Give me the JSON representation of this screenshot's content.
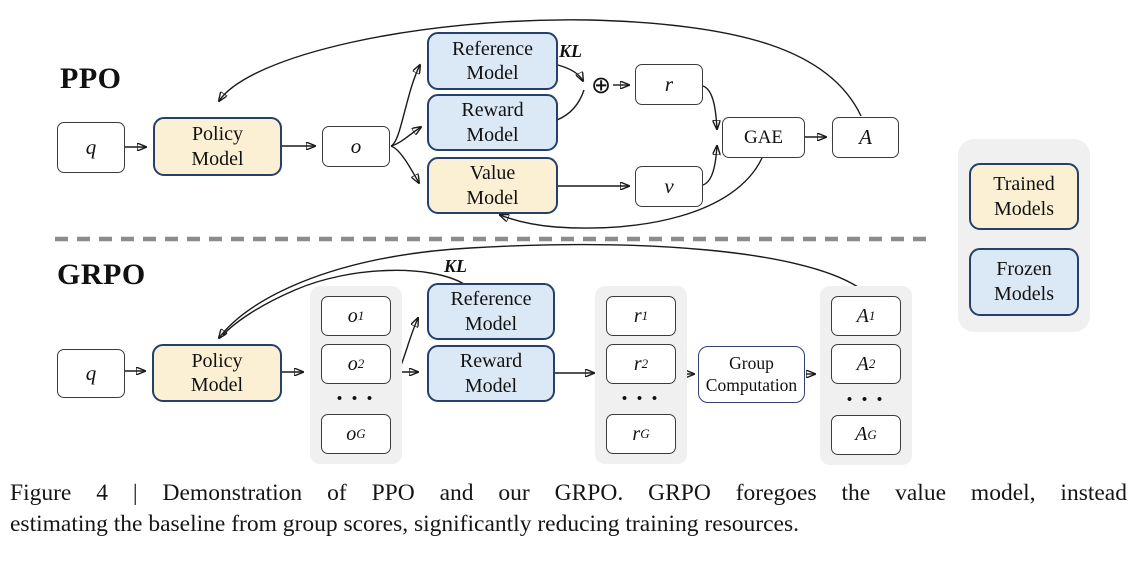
{
  "figure": {
    "ppo": {
      "section_label": "PPO",
      "q_label": "q",
      "policy_model_label": "Policy Model",
      "o_label": "o",
      "reference_model_label": "Reference Model",
      "reward_model_label": "Reward Model",
      "value_model_label": "Value Model",
      "kl_label": "KL",
      "sum_symbol": "⊕",
      "r_label": "r",
      "v_label": "v",
      "gae_label": "GAE",
      "advantage_label": "A"
    },
    "grpo": {
      "section_label": "GRPO",
      "q_label": "q",
      "policy_model_label": "Policy Model",
      "kl_label": "KL",
      "reference_model_label": "Reference Model",
      "reward_model_label": "Reward Model",
      "group_computation_label": "Group Computation",
      "dots": "• • •",
      "o_items": [
        {
          "base": "o",
          "sub": "1"
        },
        {
          "base": "o",
          "sub": "2"
        },
        {
          "base": "o",
          "sub": "G"
        }
      ],
      "r_items": [
        {
          "base": "r",
          "sub": "1"
        },
        {
          "base": "r",
          "sub": "2"
        },
        {
          "base": "r",
          "sub": "G"
        }
      ],
      "a_items": [
        {
          "base": "A",
          "sub": "1"
        },
        {
          "base": "A",
          "sub": "2"
        },
        {
          "base": "A",
          "sub": "G"
        }
      ]
    },
    "legend": {
      "trained_label": "Trained Models",
      "frozen_label": "Frozen Models"
    },
    "caption": {
      "line1": "Figure 4 | Demonstration of PPO and our GRPO. GRPO foregoes the value model, instead",
      "line2": "estimating the baseline from group scores, significantly reducing training resources."
    }
  },
  "colors": {
    "trained_fill": "#FBF0D3",
    "frozen_fill": "#DBE8F6",
    "model_border": "#24406B",
    "plain_border": "#3C3C3C",
    "container_gray": "#F0F0F0",
    "arrow": "#1A1A1A",
    "dash_gray": "#8C8C8C"
  }
}
